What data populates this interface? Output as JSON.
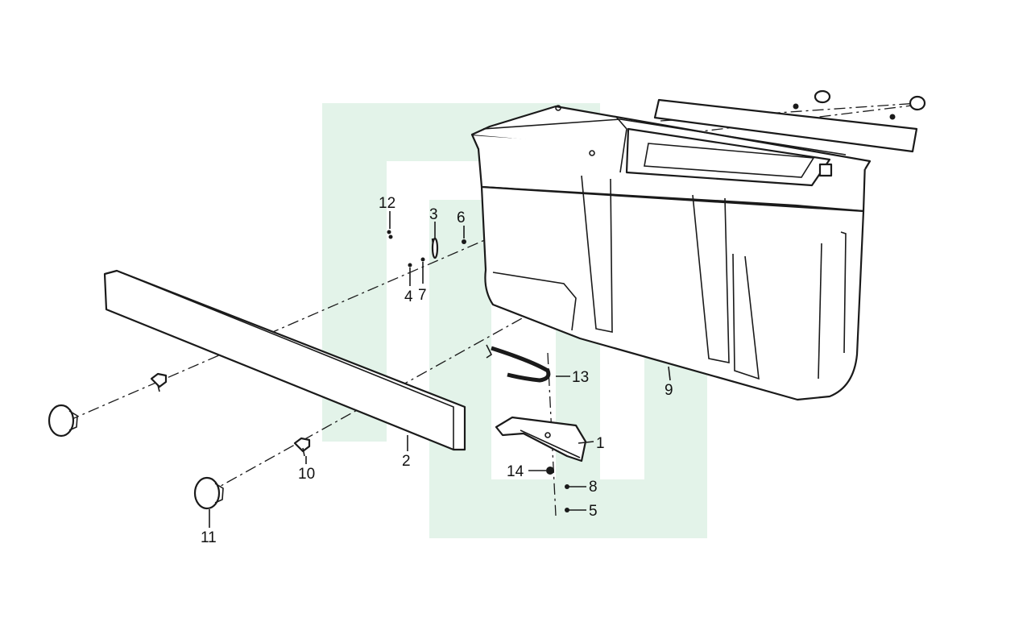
{
  "diagram": {
    "watermark_color": "#e3f3e9",
    "line_color": "#1a1a1a",
    "callouts": [
      {
        "id": "c1",
        "label": "1"
      },
      {
        "id": "c2",
        "label": "2"
      },
      {
        "id": "c3",
        "label": "3"
      },
      {
        "id": "c4",
        "label": "4"
      },
      {
        "id": "c5",
        "label": "5"
      },
      {
        "id": "c6",
        "label": "6"
      },
      {
        "id": "c7",
        "label": "7"
      },
      {
        "id": "c8",
        "label": "8"
      },
      {
        "id": "c9",
        "label": "9"
      },
      {
        "id": "c10",
        "label": "10"
      },
      {
        "id": "c11",
        "label": "11"
      },
      {
        "id": "c12",
        "label": "12"
      },
      {
        "id": "c13",
        "label": "13"
      },
      {
        "id": "c14",
        "label": "14"
      }
    ]
  }
}
